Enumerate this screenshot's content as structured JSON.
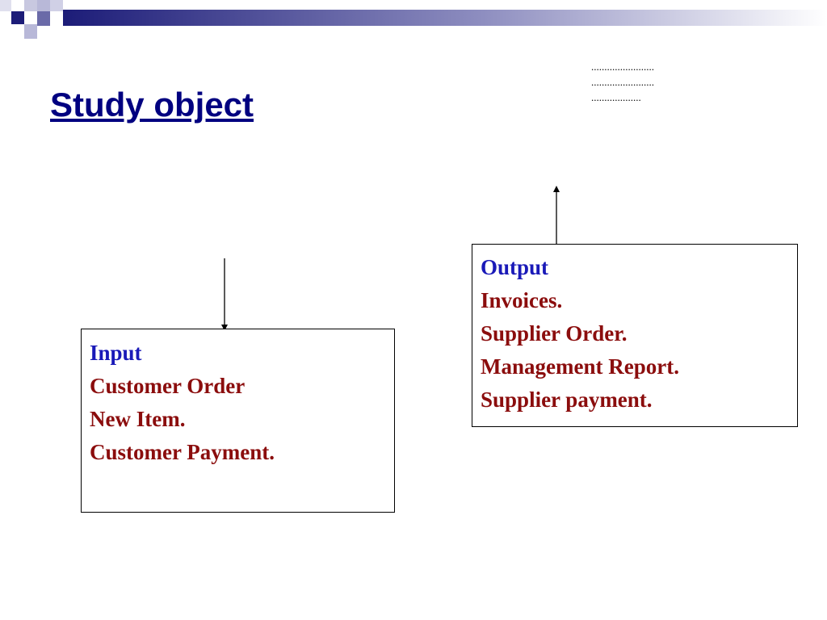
{
  "slide": {
    "title": "Study object",
    "dot_lines": [
      "........................",
      "........................",
      "..................."
    ]
  },
  "input": {
    "heading": "Input",
    "items": [
      "Customer Order",
      "New Item.",
      "Customer Payment."
    ]
  },
  "output": {
    "heading": "Output",
    "items": [
      "Invoices.",
      "Supplier Order.",
      "Management Report.",
      "Supplier payment."
    ]
  },
  "colors": {
    "title": "#000080",
    "heading": "#1a1ab8",
    "item": "#8b0d0d",
    "banner_dark": "#1c1c78",
    "banner_light": "#b8b8d8"
  }
}
